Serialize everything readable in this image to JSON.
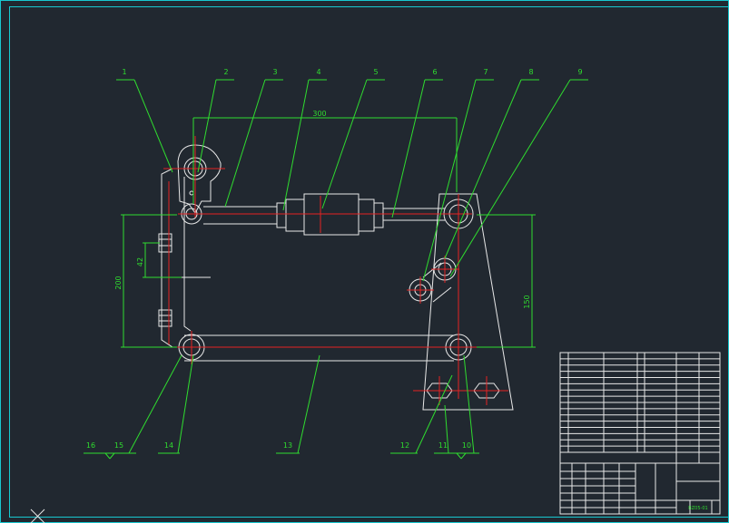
{
  "drawing": {
    "title_code": "BZ05-01",
    "dimensions": {
      "width_300": "300",
      "height_200": "200",
      "height_150": "150",
      "small_42": "42"
    },
    "part_numbers": [
      "1",
      "2",
      "3",
      "4",
      "5",
      "6",
      "7",
      "8",
      "9",
      "16",
      "15",
      "14",
      "13",
      "12",
      "11",
      "10"
    ]
  },
  "colors": {
    "background": "#212830",
    "outline": "#e8e8e8",
    "annotation": "#2fdc2f",
    "centerline": "#e52222",
    "border": "#18c8d0"
  }
}
